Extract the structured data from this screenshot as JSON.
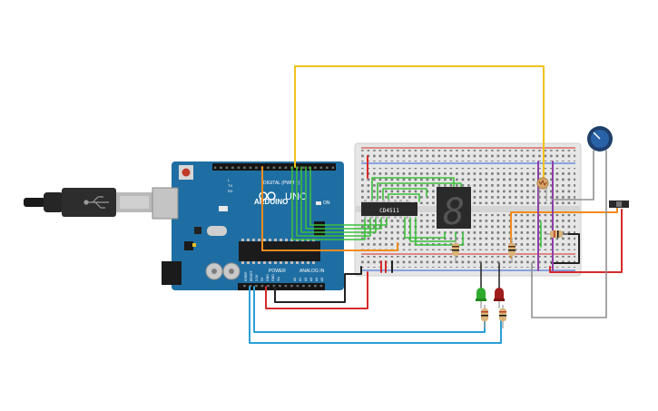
{
  "arduino": {
    "logo": "ARDUINO",
    "model": "UNO",
    "digital_header_label": "DIGITAL (PWM ~)",
    "power_header_label": "POWER",
    "analog_header_label": "ANALOG IN",
    "on_label": "ON",
    "tx_label": "TX",
    "rx_label": "RX",
    "l_label": "L",
    "power_pins": [
      "IOREF",
      "RESET",
      "3.3V",
      "5V",
      "GND",
      "GND",
      "Vin"
    ],
    "analog_pins": [
      "A0",
      "A1",
      "A2",
      "A3",
      "A4",
      "A5"
    ]
  },
  "chip": {
    "label": "CD4511"
  },
  "seven_segment": {
    "digit": "8"
  },
  "colors": {
    "board_blue": "#1f6ea3",
    "breadboard": "#e6e6e6",
    "wire_yellow": "#f2c21b",
    "wire_green": "#3cbf3c",
    "wire_blue": "#2c9fd6",
    "wire_red": "#d52b2b",
    "wire_orange": "#f28b1d",
    "wire_purple": "#8e3fa8",
    "wire_black": "#222222",
    "wire_gray": "#8f8f8f",
    "led_green": "#2eaa2e",
    "led_red": "#a11d1d"
  },
  "components": {
    "usb_cable": "usb-cable",
    "potentiometer": "potentiometer-knob",
    "photoresistor": "photoresistor",
    "slide_switch": "slide-switch"
  }
}
